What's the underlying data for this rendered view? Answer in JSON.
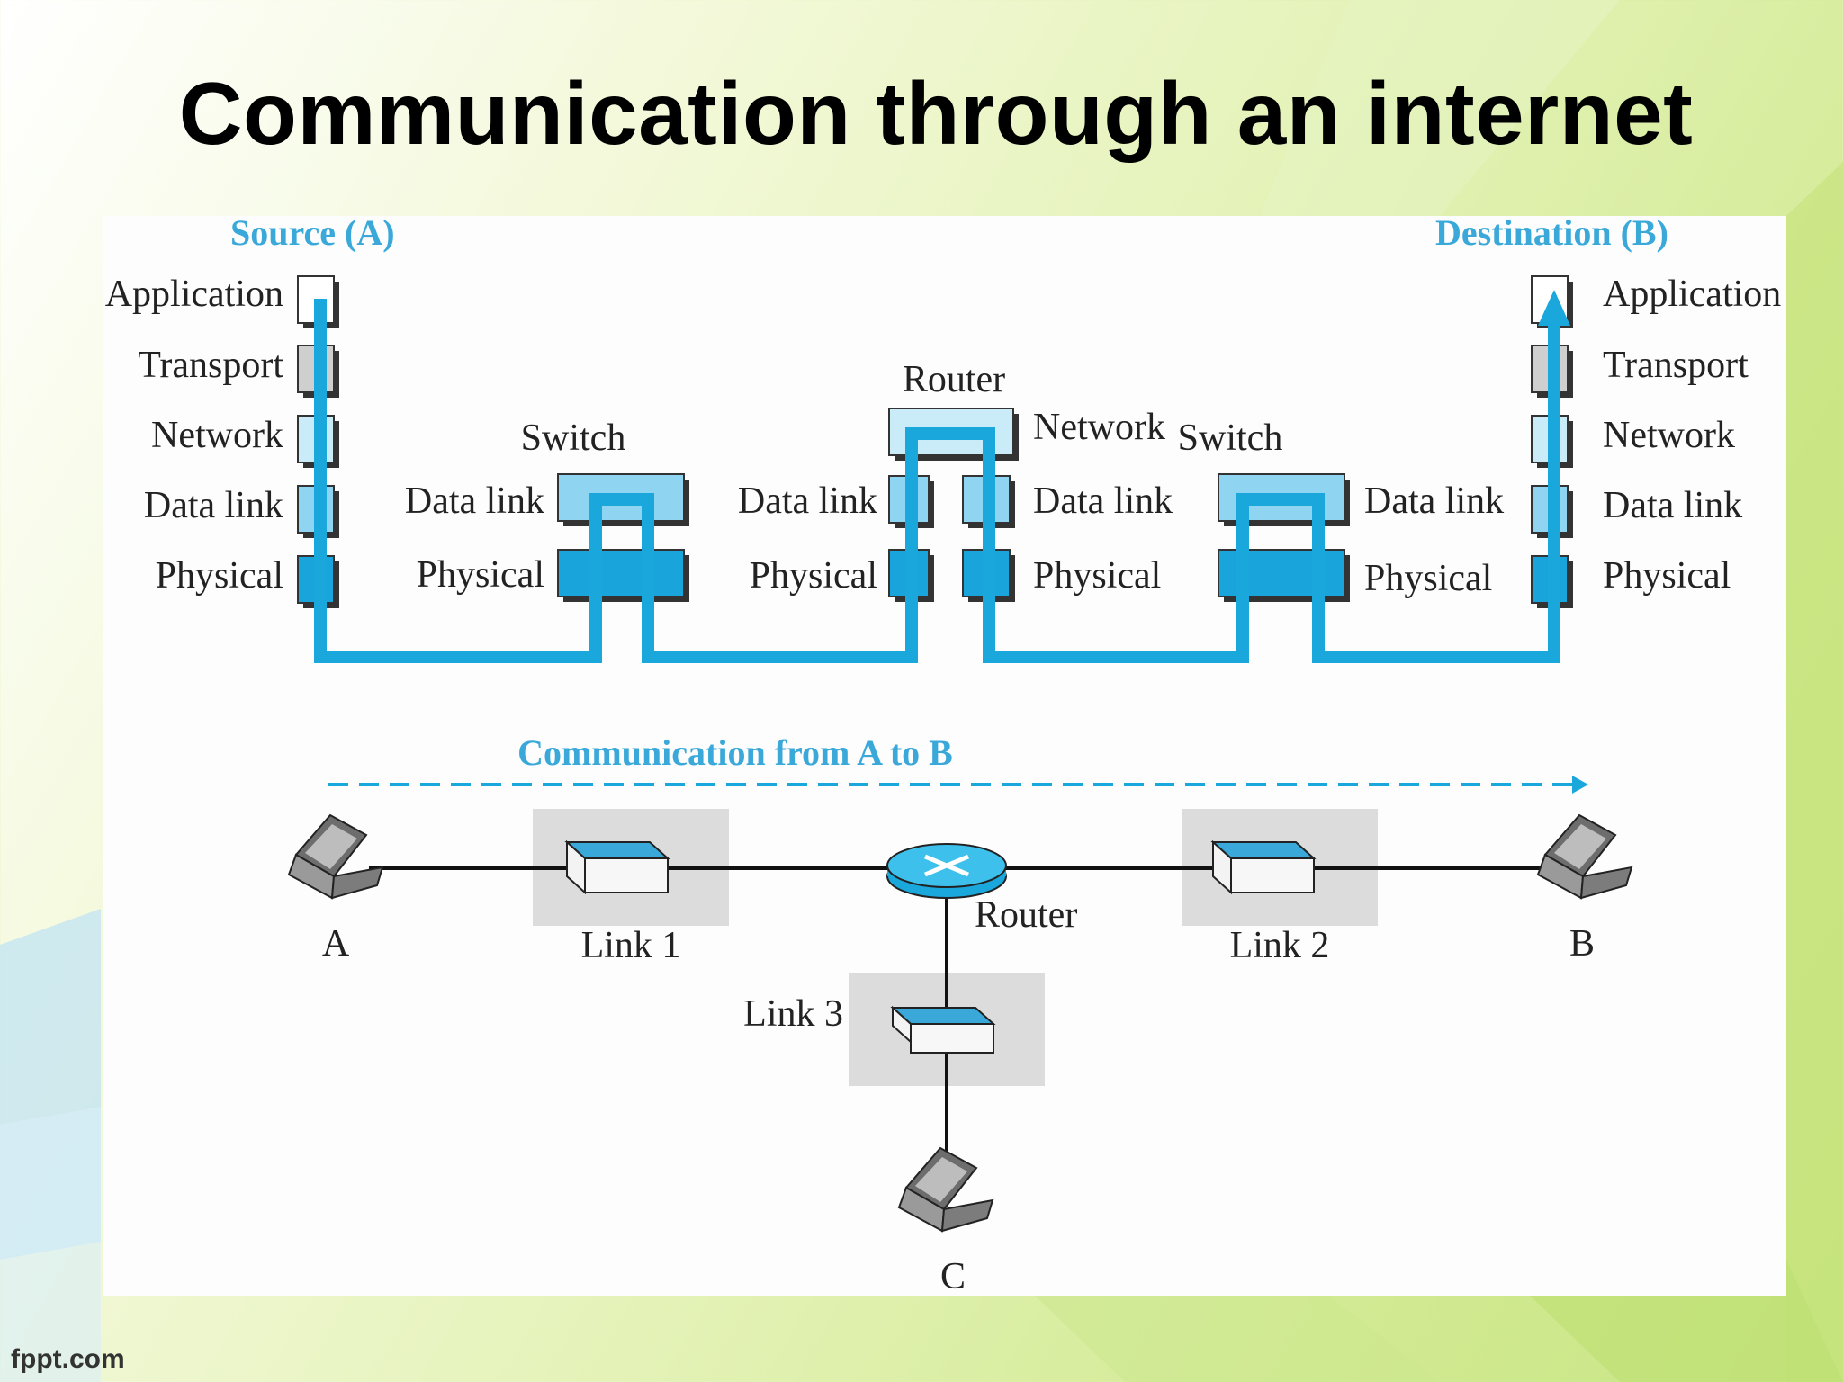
{
  "slide": {
    "title": "Communication through an internet",
    "footer": "fppt.com"
  },
  "diagram": {
    "source_label": "Source (A)",
    "destination_label": "Destination (B)",
    "layers": [
      "Application",
      "Transport",
      "Network",
      "Data link",
      "Physical"
    ],
    "switch_label": "Switch",
    "router_label": "Router",
    "network_label": "Network",
    "data_link_label": "Data link",
    "physical_label": "Physical",
    "flow_label": "Communication from A to B",
    "nodes": {
      "a": "A",
      "b": "B",
      "c": "C"
    },
    "links": {
      "link1": "Link 1",
      "link2": "Link 2",
      "link3": "Link 3"
    },
    "colors": {
      "path": "#1aa7dc",
      "physical": "#19a4dc",
      "datalink": "#8fd4f0",
      "network": "#c9ecf8",
      "transport": "#cfcfcf",
      "application": "#ffffff",
      "heading": "#3aa8d8",
      "link_box": "#dcdcdc"
    },
    "icons": {
      "host": "laptop-icon",
      "switch": "switch-icon",
      "router": "router-icon"
    }
  }
}
